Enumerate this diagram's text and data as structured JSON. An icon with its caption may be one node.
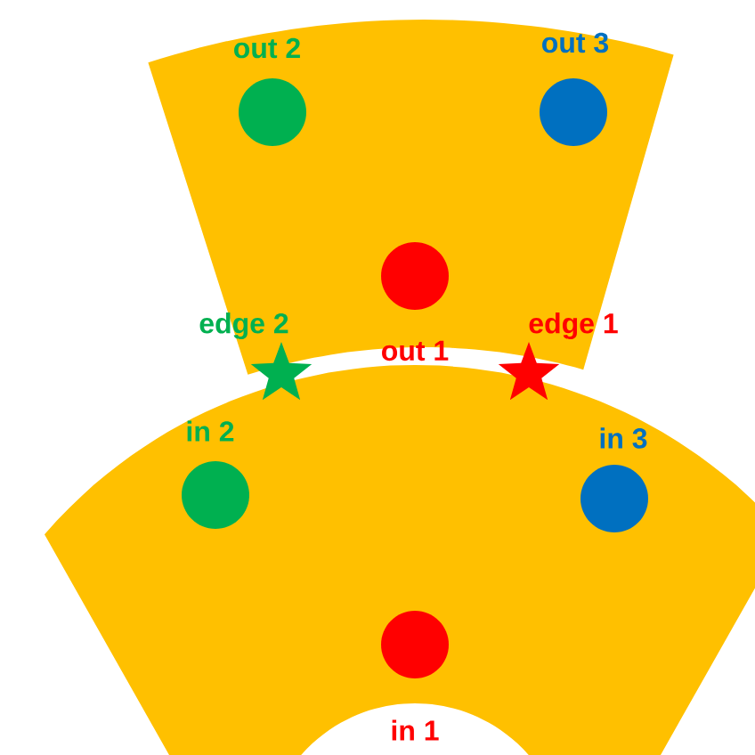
{
  "diagram": {
    "labels": [
      "out 2",
      "out 3",
      "edge 2",
      "out 1",
      "edge 1",
      "in 2",
      "in 3",
      "in 1"
    ]
  }
}
